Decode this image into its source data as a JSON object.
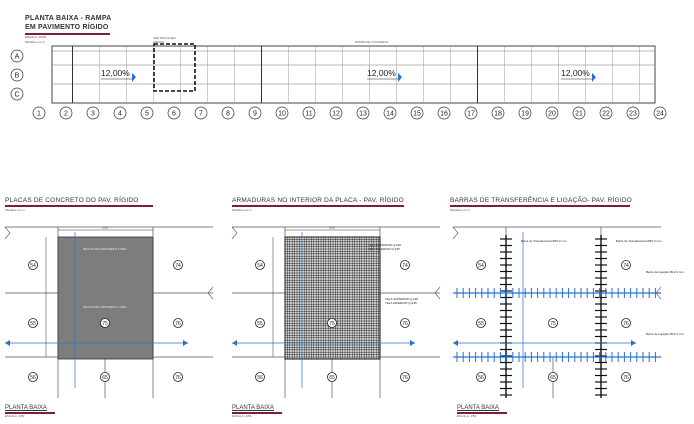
{
  "top": {
    "title_line1": "PLANTA BAIXA - RAMPA",
    "title_line2": "EM PAVIMENTO RÍGIDO",
    "scale": "ESCALA: 1/100",
    "units": "Medidas em m",
    "detail_label": "VER DETALHES",
    "detail_label2": "ABAIXO",
    "ramp_label": "RAMPA DE CONCRETO",
    "row_labels": [
      "A",
      "B",
      "C"
    ],
    "column_numbers": [
      "1",
      "2",
      "3",
      "4",
      "5",
      "6",
      "7",
      "8",
      "9",
      "10",
      "11",
      "12",
      "13",
      "14",
      "15",
      "16",
      "17",
      "18",
      "19",
      "20",
      "21",
      "22",
      "23",
      "24"
    ],
    "slopes": [
      "12,00%",
      "12,00%",
      "12,00%"
    ]
  },
  "panels": [
    {
      "title": "PLACAS DE CONCRETO DO PAV. RÍGIDO",
      "units": "Medidas em m",
      "dim_top": "5,00",
      "fill_label": "BLOCO DE CONCRETO 4 MPa",
      "footer": "PLANTA BAIXA",
      "footer_scale": "ESCALA: 1/50",
      "slab_numbers": [
        "54",
        "55",
        "56",
        "74",
        "75",
        "76",
        "65"
      ]
    },
    {
      "title": "ARMADURAS NO INTERIOR DA PLACA - PAV. RÍGIDO",
      "units": "Medidas em m",
      "dim_top": "5,00",
      "mesh_label1": "TELA SUPERIOR Q-196",
      "mesh_label2": "TELA INFERIOR Q-335",
      "footer": "PLANTA BAIXA",
      "footer_scale": "ESCALA: 1/50",
      "slab_numbers": [
        "54",
        "55",
        "56",
        "74",
        "75",
        "76",
        "65"
      ]
    },
    {
      "title": "BARRAS DE TRANSFERÊNCIA E LIGAÇÃO- PAV. RÍGIDO",
      "units": "Medidas em m",
      "bar_label1": "Barra de Transferência Ø25,0 mm",
      "bar_label2": "Barra de Ligação Ø12,5 mm",
      "footer": "PLANTA BAIXA",
      "footer_scale": "ESCALA: 1/50",
      "slab_numbers": [
        "54",
        "55",
        "56",
        "74",
        "75",
        "76",
        "65"
      ]
    }
  ],
  "colors": {
    "accent": "#7a1c4a",
    "blue": "#2a6fd6",
    "gray_fill": "#7d7d7d"
  }
}
